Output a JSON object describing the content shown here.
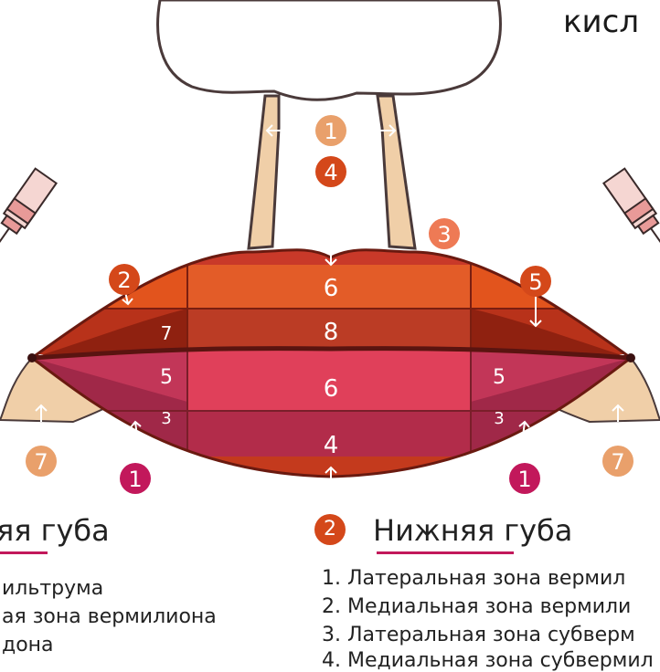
{
  "title": "кисл",
  "colors": {
    "badge_peach": "#e9a06b",
    "badge_orange": "#d4481a",
    "badge_salmon": "#ee7a55",
    "badge_magenta": "#c2185b",
    "nose_fill": "#ffffff",
    "skin": "#f0cfa8"
  },
  "diagram": {
    "badges": [
      {
        "id": "philtrum-1",
        "num": "1",
        "color": "#e9a06b"
      },
      {
        "id": "center-4",
        "num": "4",
        "color": "#d4481a"
      },
      {
        "id": "right-3",
        "num": "3",
        "color": "#ee7a55"
      },
      {
        "id": "left-2",
        "num": "2",
        "color": "#d4481a"
      },
      {
        "id": "right-5",
        "num": "5",
        "color": "#d4481a"
      },
      {
        "id": "left-7",
        "num": "7",
        "color": "#e9a06b"
      },
      {
        "id": "right-7",
        "num": "7",
        "color": "#e9a06b"
      },
      {
        "id": "left-1",
        "num": "1",
        "color": "#c2185b"
      },
      {
        "id": "right-1",
        "num": "1",
        "color": "#c2185b"
      }
    ],
    "zone_labels": {
      "upper_top": "6",
      "upper_center": "8",
      "upper_left": "7",
      "lower_left_5": "5",
      "lower_center_6": "6",
      "lower_right_5": "5",
      "lower_left_3": "3",
      "lower_right_3": "3",
      "lower_bottom_4": "4"
    }
  },
  "upper_lip": {
    "heading": "яя губа",
    "items": [
      "ильтрума",
      "ая зона вермилиона",
      "дона"
    ]
  },
  "lower_lip": {
    "badge": "2",
    "heading": "Нижняя губа",
    "items": [
      "1. Латеральная зона вермил",
      "2. Медиальная зона вермили",
      "3. Латеральная зона субверм",
      "4. Медиальная зона субвермил"
    ]
  }
}
